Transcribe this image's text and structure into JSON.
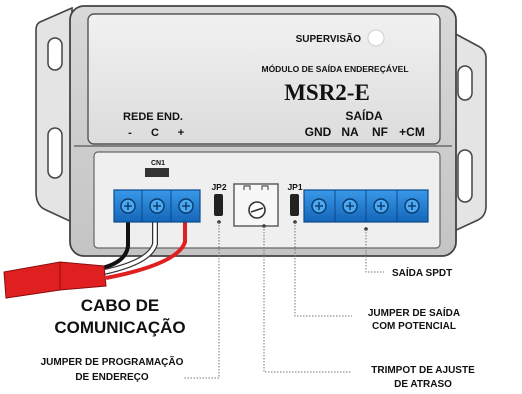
{
  "device": {
    "model": "MSR2-E",
    "subtitle": "MÓDULO DE SAÍDA ENDEREÇÁVEL",
    "supervision_label": "SUPERVISÃO",
    "network": {
      "title": "REDE END.",
      "pins": [
        "-",
        "C",
        "+"
      ]
    },
    "output": {
      "title": "SAÍDA",
      "pins": [
        "GND",
        "NA",
        "NF",
        "+CM"
      ]
    },
    "connector_label": "CN1",
    "jumper_left_label": "JP2",
    "jumper_right_label": "JP1"
  },
  "callouts": {
    "cable_line1": "CABO DE",
    "cable_line2": "COMUNICAÇÃO",
    "spdt": "SAÍDA SPDT",
    "jumper_output_line1": "JUMPER DE SAÍDA",
    "jumper_output_line2": "COM POTENCIAL",
    "jumper_prog_line1": "JUMPER DE PROGRAMAÇÃO",
    "jumper_prog_line2": "DE ENDEREÇO",
    "trimpot_line1": "TRIMPOT DE AJUSTE",
    "trimpot_line2": "DE ATRASO"
  },
  "colors": {
    "enclosure": "#e6e6e6",
    "terminal_block": "#1f7fd6",
    "cable_jacket": "#e02020",
    "wire_red": "#e02020",
    "wire_black": "#111111",
    "wire_white": "#ffffff"
  },
  "icons": [
    "mounting-hole-icon",
    "screw-terminal-icon",
    "trimpot-icon",
    "jumper-icon",
    "supervision-led-icon"
  ]
}
